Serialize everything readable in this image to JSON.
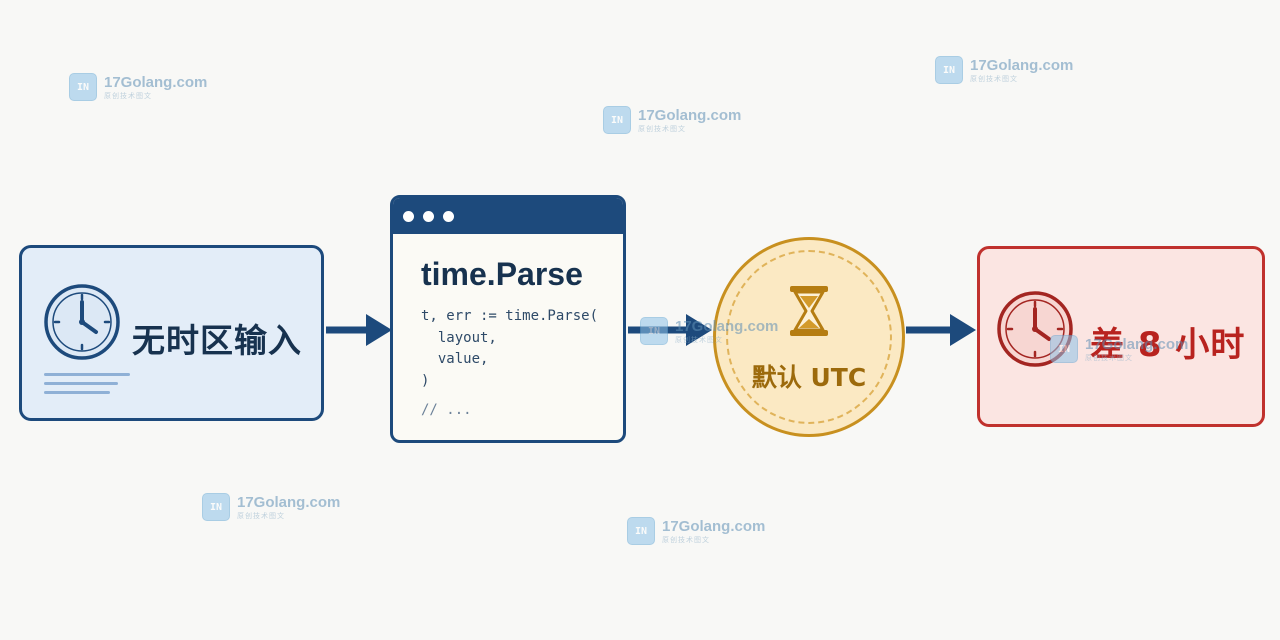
{
  "watermark": {
    "site": "17Golang.com",
    "tagline": "原创技术图文",
    "logo_text": "IN",
    "icon": "site-logo-icon"
  },
  "steps": [
    {
      "label": "无时区输入",
      "icon": "clock-icon"
    },
    {
      "title": "time.Parse",
      "code": [
        "t, err := time.Parse(",
        "  layout,",
        "  value,",
        ")"
      ],
      "comment": "// ...",
      "icon": "window-dots-icon"
    },
    {
      "label": "默认 UTC",
      "icon": "hourglass-icon"
    },
    {
      "label": "差 8 小时",
      "icon": "clock-icon"
    }
  ],
  "colors": {
    "navy": "#1d4a7c",
    "input_fill": "#e3edf8",
    "utc_gold": "#c8901f",
    "utc_fill": "#fbe9c3",
    "result_red": "#c0312d",
    "result_fill": "#fbe5e2"
  }
}
